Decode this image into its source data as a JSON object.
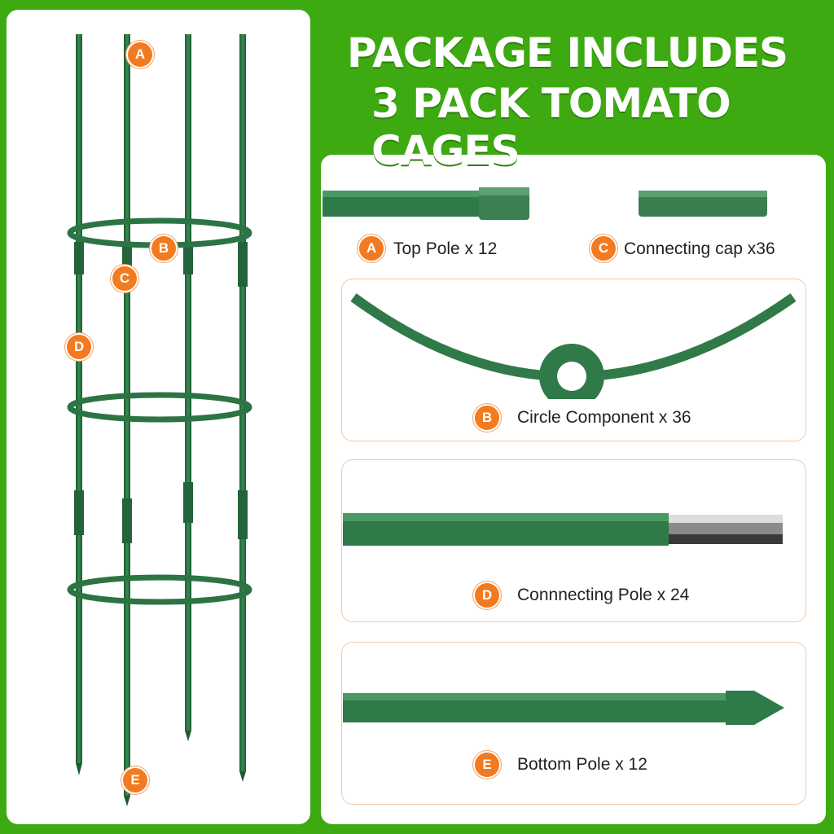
{
  "headline": {
    "line1": "PACKAGE INCLUDES",
    "line2": "3 PACK TOMATO CAGES"
  },
  "items": [
    {
      "letter": "A",
      "label": "Top Pole x 12"
    },
    {
      "letter": "C",
      "label": "Connecting cap x36"
    },
    {
      "letter": "B",
      "label": "Circle Component x 36"
    },
    {
      "letter": "D",
      "label": "Connnecting Pole x 24"
    },
    {
      "letter": "E",
      "label": "Bottom Pole x 12"
    }
  ],
  "diagram_markers": [
    "A",
    "B",
    "C",
    "D",
    "E"
  ],
  "colors": {
    "background": "#3eaa12",
    "pole_green": "#2f7a45",
    "badge_orange": "#f27a21"
  }
}
